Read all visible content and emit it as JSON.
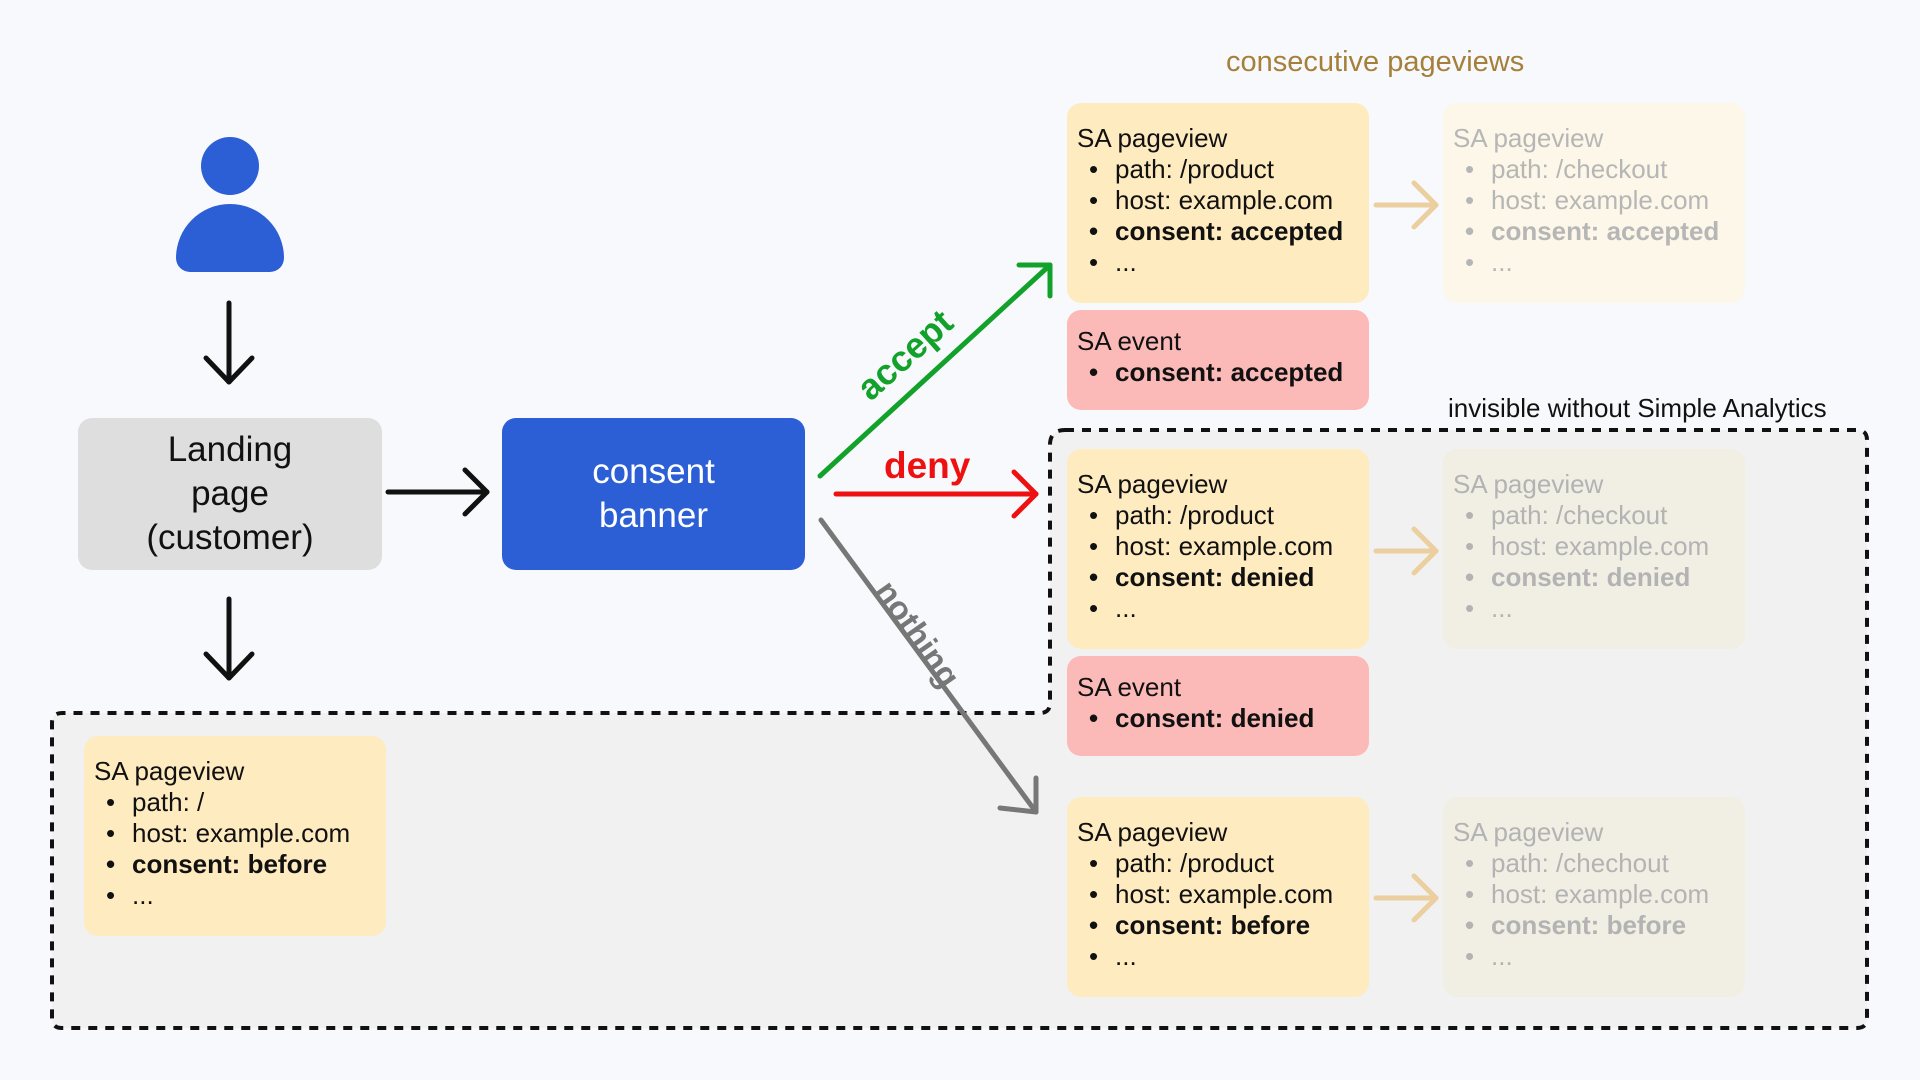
{
  "header": {
    "consecutive_label": "consecutive pageviews",
    "invisible_label": "invisible without Simple Analytics"
  },
  "landing": {
    "line1": "Landing",
    "line2": "page",
    "line3": "(customer)"
  },
  "banner": {
    "line1": "consent",
    "line2": "banner"
  },
  "actions": {
    "accept": "accept",
    "deny": "deny",
    "nothing": "nothing"
  },
  "colors": {
    "accent_blue": "#2c5fd6",
    "accept_green": "#12a12a",
    "deny_red": "#ee1111",
    "nothing_gray": "#777777",
    "label_gold": "#a5803a"
  },
  "initial_pageview": {
    "title": "SA pageview",
    "items": [
      "path: /",
      "host: example.com",
      "consent: before",
      "..."
    ]
  },
  "accept_row": {
    "pageview": {
      "title": "SA pageview",
      "items": [
        "path: /product",
        "host: example.com",
        "consent: accepted",
        "..."
      ]
    },
    "event": {
      "title": "SA event",
      "items": [
        "consent: accepted"
      ]
    },
    "next": {
      "title": "SA pageview",
      "items": [
        "path: /checkout",
        "host: example.com",
        "consent: accepted",
        "..."
      ]
    }
  },
  "deny_row": {
    "pageview": {
      "title": "SA pageview",
      "items": [
        "path: /product",
        "host: example.com",
        "consent: denied",
        "..."
      ]
    },
    "event": {
      "title": "SA event",
      "items": [
        "consent: denied"
      ]
    },
    "next": {
      "title": "SA pageview",
      "items": [
        "path: /checkout",
        "host: example.com",
        "consent: denied",
        "..."
      ]
    }
  },
  "nothing_row": {
    "pageview": {
      "title": "SA pageview",
      "items": [
        "path: /product",
        "host: example.com",
        "consent: before",
        "..."
      ]
    },
    "next": {
      "title": "SA pageview",
      "items": [
        "path: /chechout",
        "host: example.com",
        "consent: before",
        "..."
      ]
    }
  }
}
